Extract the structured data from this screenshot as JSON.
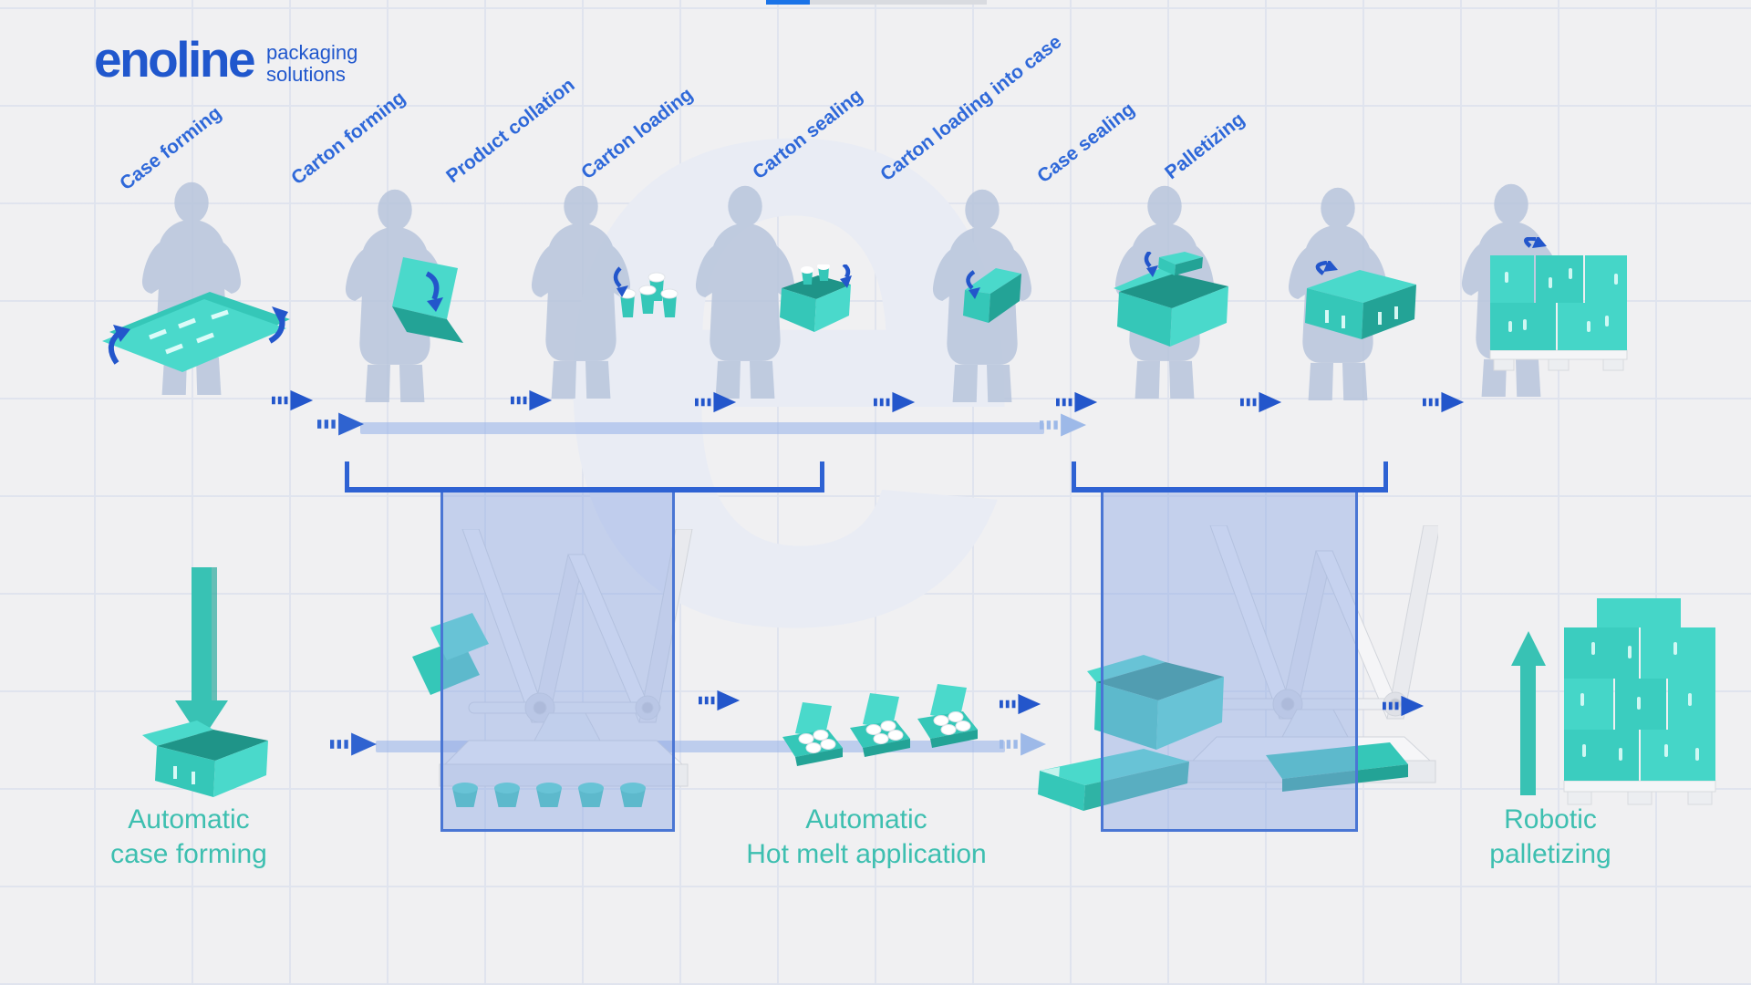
{
  "brand": {
    "name": "enoline",
    "tagline_line1": "packaging",
    "tagline_line2": "solutions",
    "watermark_letter": "e"
  },
  "player": {
    "progress_percent": 20
  },
  "manual_steps": [
    {
      "label": "Case forming"
    },
    {
      "label": "Carton forming"
    },
    {
      "label": "Product collation"
    },
    {
      "label": "Carton loading"
    },
    {
      "label": "Carton sealing"
    },
    {
      "label": "Carton loading into case"
    },
    {
      "label": "Case sealing"
    },
    {
      "label": "Palletizing"
    }
  ],
  "auto_stations": [
    {
      "line1": "Automatic",
      "line2": "case forming"
    },
    {
      "line1": "Automatic",
      "line2": "Hot melt application"
    },
    {
      "line1": "Robotic",
      "line2": "palletizing"
    }
  ],
  "icons": {
    "flow_arrow": "dashed-right-arrow",
    "rotate_arrow": "curved-blue-arrow",
    "form_case_arrow": "teal-down-arrow",
    "palletize_arrow": "teal-up-arrow"
  },
  "colors": {
    "brand_blue": "#2057cd",
    "label_blue": "#2e68d9",
    "arrow_blue": "#2356cb",
    "teal": "#3ecfc0",
    "teal_dark": "#23a396",
    "teal_text": "#3dbfb0",
    "silhouette": "#b6c4db",
    "conveyor_band": "#93b0e9",
    "automation_zone_fill": "#8fa9e5",
    "automation_zone_border": "#4a76d4"
  }
}
